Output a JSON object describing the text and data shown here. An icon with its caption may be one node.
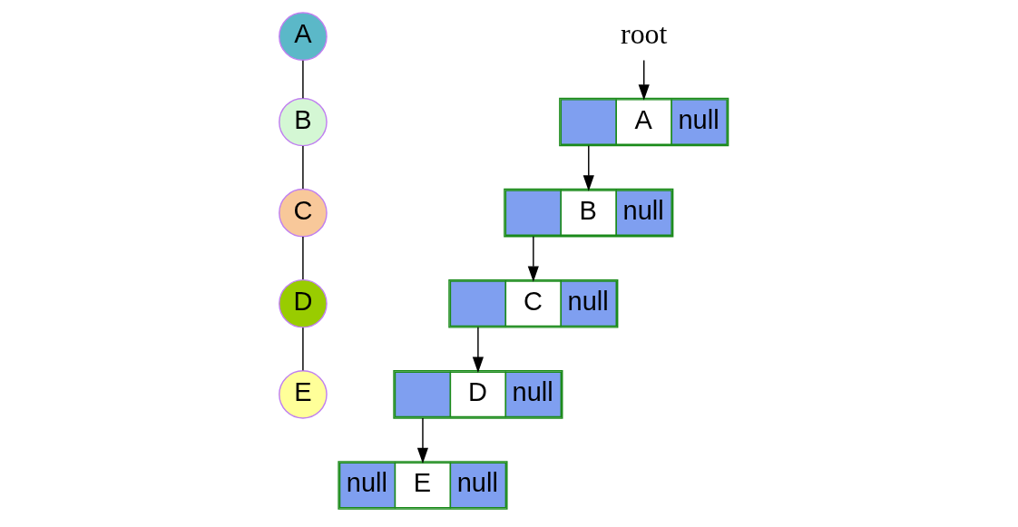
{
  "diagram": {
    "nodes": [
      {
        "text": [
          "A"
        ]
      },
      {
        "text": [
          "B"
        ]
      },
      {
        "text": [
          "C"
        ]
      },
      {
        "text": [
          "D"
        ]
      },
      {
        "text": [
          "E"
        ]
      },
      {
        "text": [
          "root"
        ]
      },
      {
        "text": [
          "A",
          "null"
        ]
      },
      {
        "text": [
          "B",
          "null"
        ]
      },
      {
        "text": [
          "C",
          "null"
        ]
      },
      {
        "text": [
          "D",
          "null"
        ]
      },
      {
        "text": [
          "null",
          "E",
          "null"
        ]
      }
    ],
    "edges": [
      {
        "from": 0,
        "to": 1,
        "arrow": "none"
      },
      {
        "from": 1,
        "to": 2,
        "arrow": "none"
      },
      {
        "from": 2,
        "to": 3,
        "arrow": "none"
      },
      {
        "from": 3,
        "to": 4,
        "arrow": "none"
      },
      {
        "from": 5,
        "to": 6,
        "arrow": "to"
      },
      {
        "from": 6,
        "to": 7,
        "arrow": "to"
      },
      {
        "from": 7,
        "to": 8,
        "arrow": "to"
      },
      {
        "from": 8,
        "to": 9,
        "arrow": "to"
      },
      {
        "from": 9,
        "to": 10,
        "arrow": "to"
      }
    ]
  }
}
